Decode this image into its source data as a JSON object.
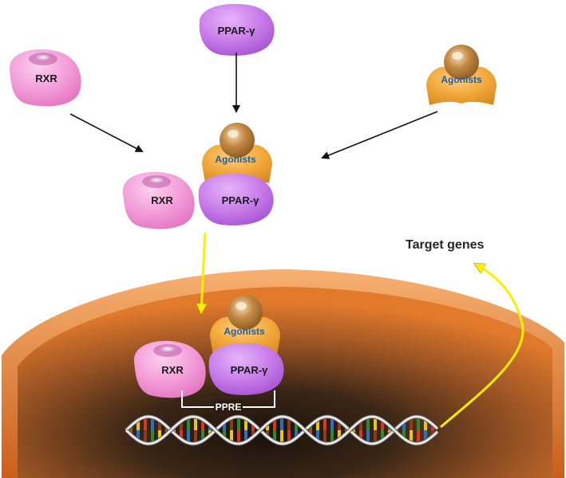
{
  "labels": {
    "ppar_gamma": "PPAR-γ",
    "rxr": "RXR",
    "agonists": "Agonists",
    "ppre": "PPRE",
    "target_genes": "Target genes"
  },
  "colors": {
    "rxr": "#f39bd8",
    "ppar": "#c26fe6",
    "agonist": "#f2a83a",
    "nucleus": "#e07a2e",
    "yellow_arrow": "#ffee00"
  },
  "dna": {
    "rung_colors": [
      "#2f8a2f",
      "#e6c617",
      "#d63a1d",
      "#2d6fc2",
      "#8e3a1f"
    ]
  }
}
